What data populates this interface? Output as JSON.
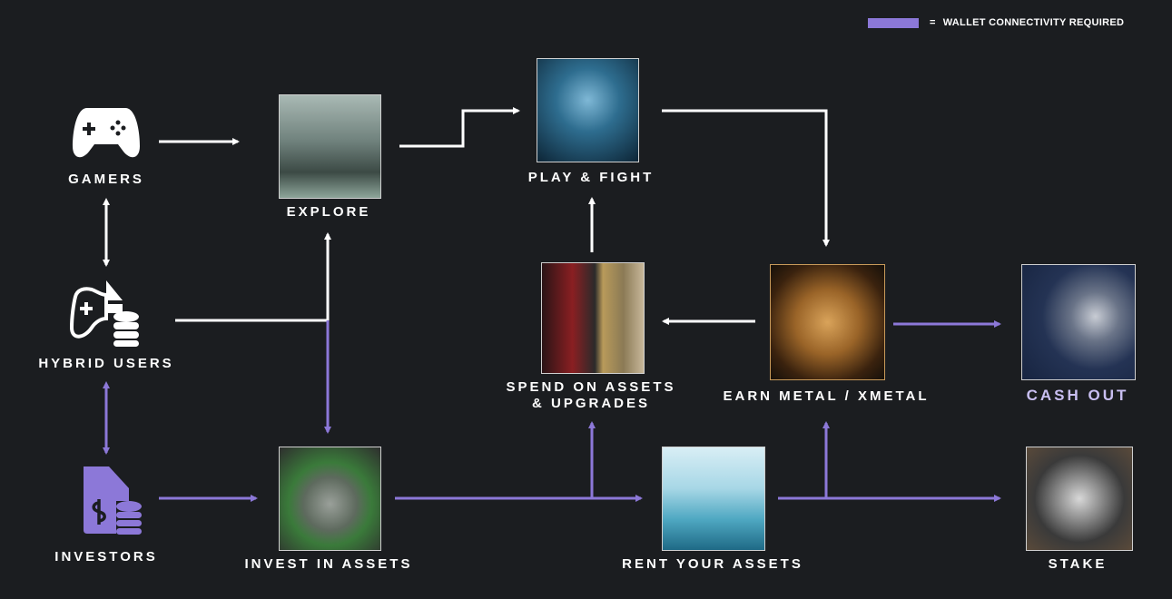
{
  "legend": {
    "equals": "=",
    "text": "WALLET CONNECTIVITY REQUIRED",
    "color": "#8c78d8"
  },
  "actors": {
    "gamers": "GAMERS",
    "hybrid": "HYBRID USERS",
    "investors": "INVESTORS"
  },
  "steps": {
    "explore": "EXPLORE",
    "play": "PLAY & FIGHT",
    "spend_1": "SPEND ON ASSETS",
    "spend_2": "& UPGRADES",
    "earn": "EARN METAL / XMETAL",
    "cashout": "CASH OUT",
    "invest": "INVEST IN ASSETS",
    "rent": "RENT YOUR ASSETS",
    "stake": "STAKE"
  },
  "colors": {
    "white_arrow": "#ffffff",
    "wallet_arrow": "#8c78d8",
    "background": "#1b1d20"
  }
}
